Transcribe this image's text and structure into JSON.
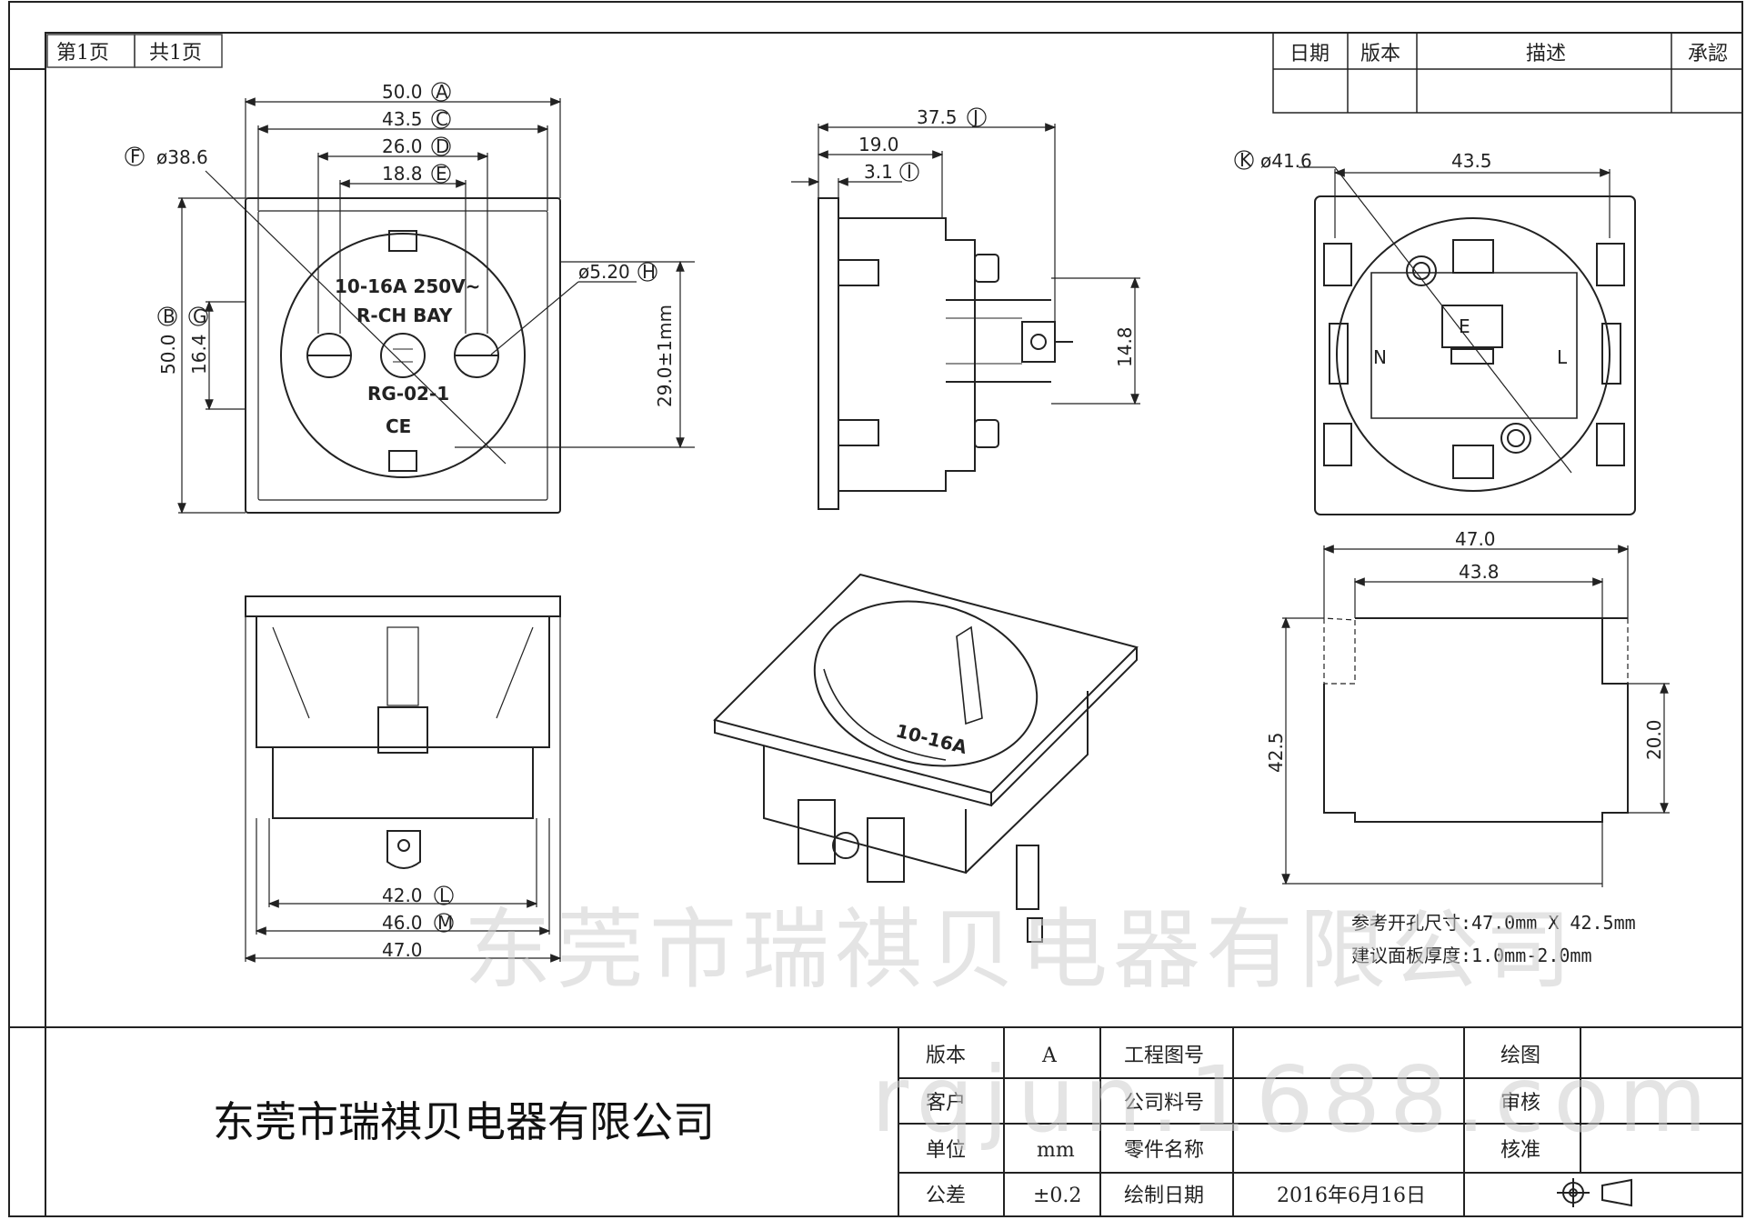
{
  "page_tabs": {
    "page": "第1页",
    "total": "共1页"
  },
  "revision_header": {
    "date": "日期",
    "version": "版本",
    "description": "描述",
    "approval": "承認"
  },
  "front_view": {
    "dims": {
      "a": "50.0",
      "a_tag": "A",
      "c": "43.5",
      "c_tag": "C",
      "d": "26.0",
      "d_tag": "D",
      "e": "18.8",
      "e_tag": "E",
      "f_tag": "F",
      "f": "ø38.6",
      "h": "ø5.20",
      "h_tag": "H",
      "b_tag": "B",
      "b": "50.0",
      "g_tag": "G",
      "g": "16.4",
      "pin_span": "29.0±1mm"
    },
    "marking": {
      "rating": "10-16A 250V~",
      "maker": "R-CH BAY",
      "model": "RG-02-1",
      "ce": "CE"
    }
  },
  "side_view": {
    "dims": {
      "j": "37.5",
      "j_tag": "J",
      "mid": "19.0",
      "i": "3.1",
      "i_tag": "I",
      "tab": "14.8"
    }
  },
  "rear_view": {
    "dims": {
      "k_tag": "K",
      "k": "ø41.6",
      "width": "43.5"
    },
    "labels": {
      "n": "N",
      "l": "L",
      "e": "E"
    }
  },
  "bottom_view": {
    "dims": {
      "l": "42.0",
      "l_tag": "L",
      "m": "46.0",
      "m_tag": "M",
      "total": "47.0"
    }
  },
  "iso_view": {
    "marking": "10-16A"
  },
  "cutout": {
    "dims": {
      "width": "47.0",
      "inner": "43.8",
      "height": "42.5",
      "tab": "20.0"
    },
    "notes": [
      "参考开孔尺寸:47.0mm X 42.5mm",
      "建议面板厚度:1.0mm-2.0mm"
    ]
  },
  "watermarks": {
    "company": "东莞市瑞祺贝电器有限公司",
    "site": "rqjun.1688.com"
  },
  "title_block": {
    "company": "东莞市瑞祺贝电器有限公司",
    "rows": [
      {
        "label": "版本",
        "value": "A",
        "label2": "工程图号",
        "value2": "",
        "label3": "绘图",
        "value3": ""
      },
      {
        "label": "客户",
        "value": "",
        "label2": "公司料号",
        "value2": "",
        "label3": "审核",
        "value3": ""
      },
      {
        "label": "单位",
        "value": "mm",
        "label2": "零件名称",
        "value2": "",
        "label3": "核准",
        "value3": ""
      },
      {
        "label": "公差",
        "value": "±0.2",
        "label2": "绘制日期",
        "value2": "2016年6月16日",
        "label3": "",
        "value3": ""
      }
    ]
  }
}
